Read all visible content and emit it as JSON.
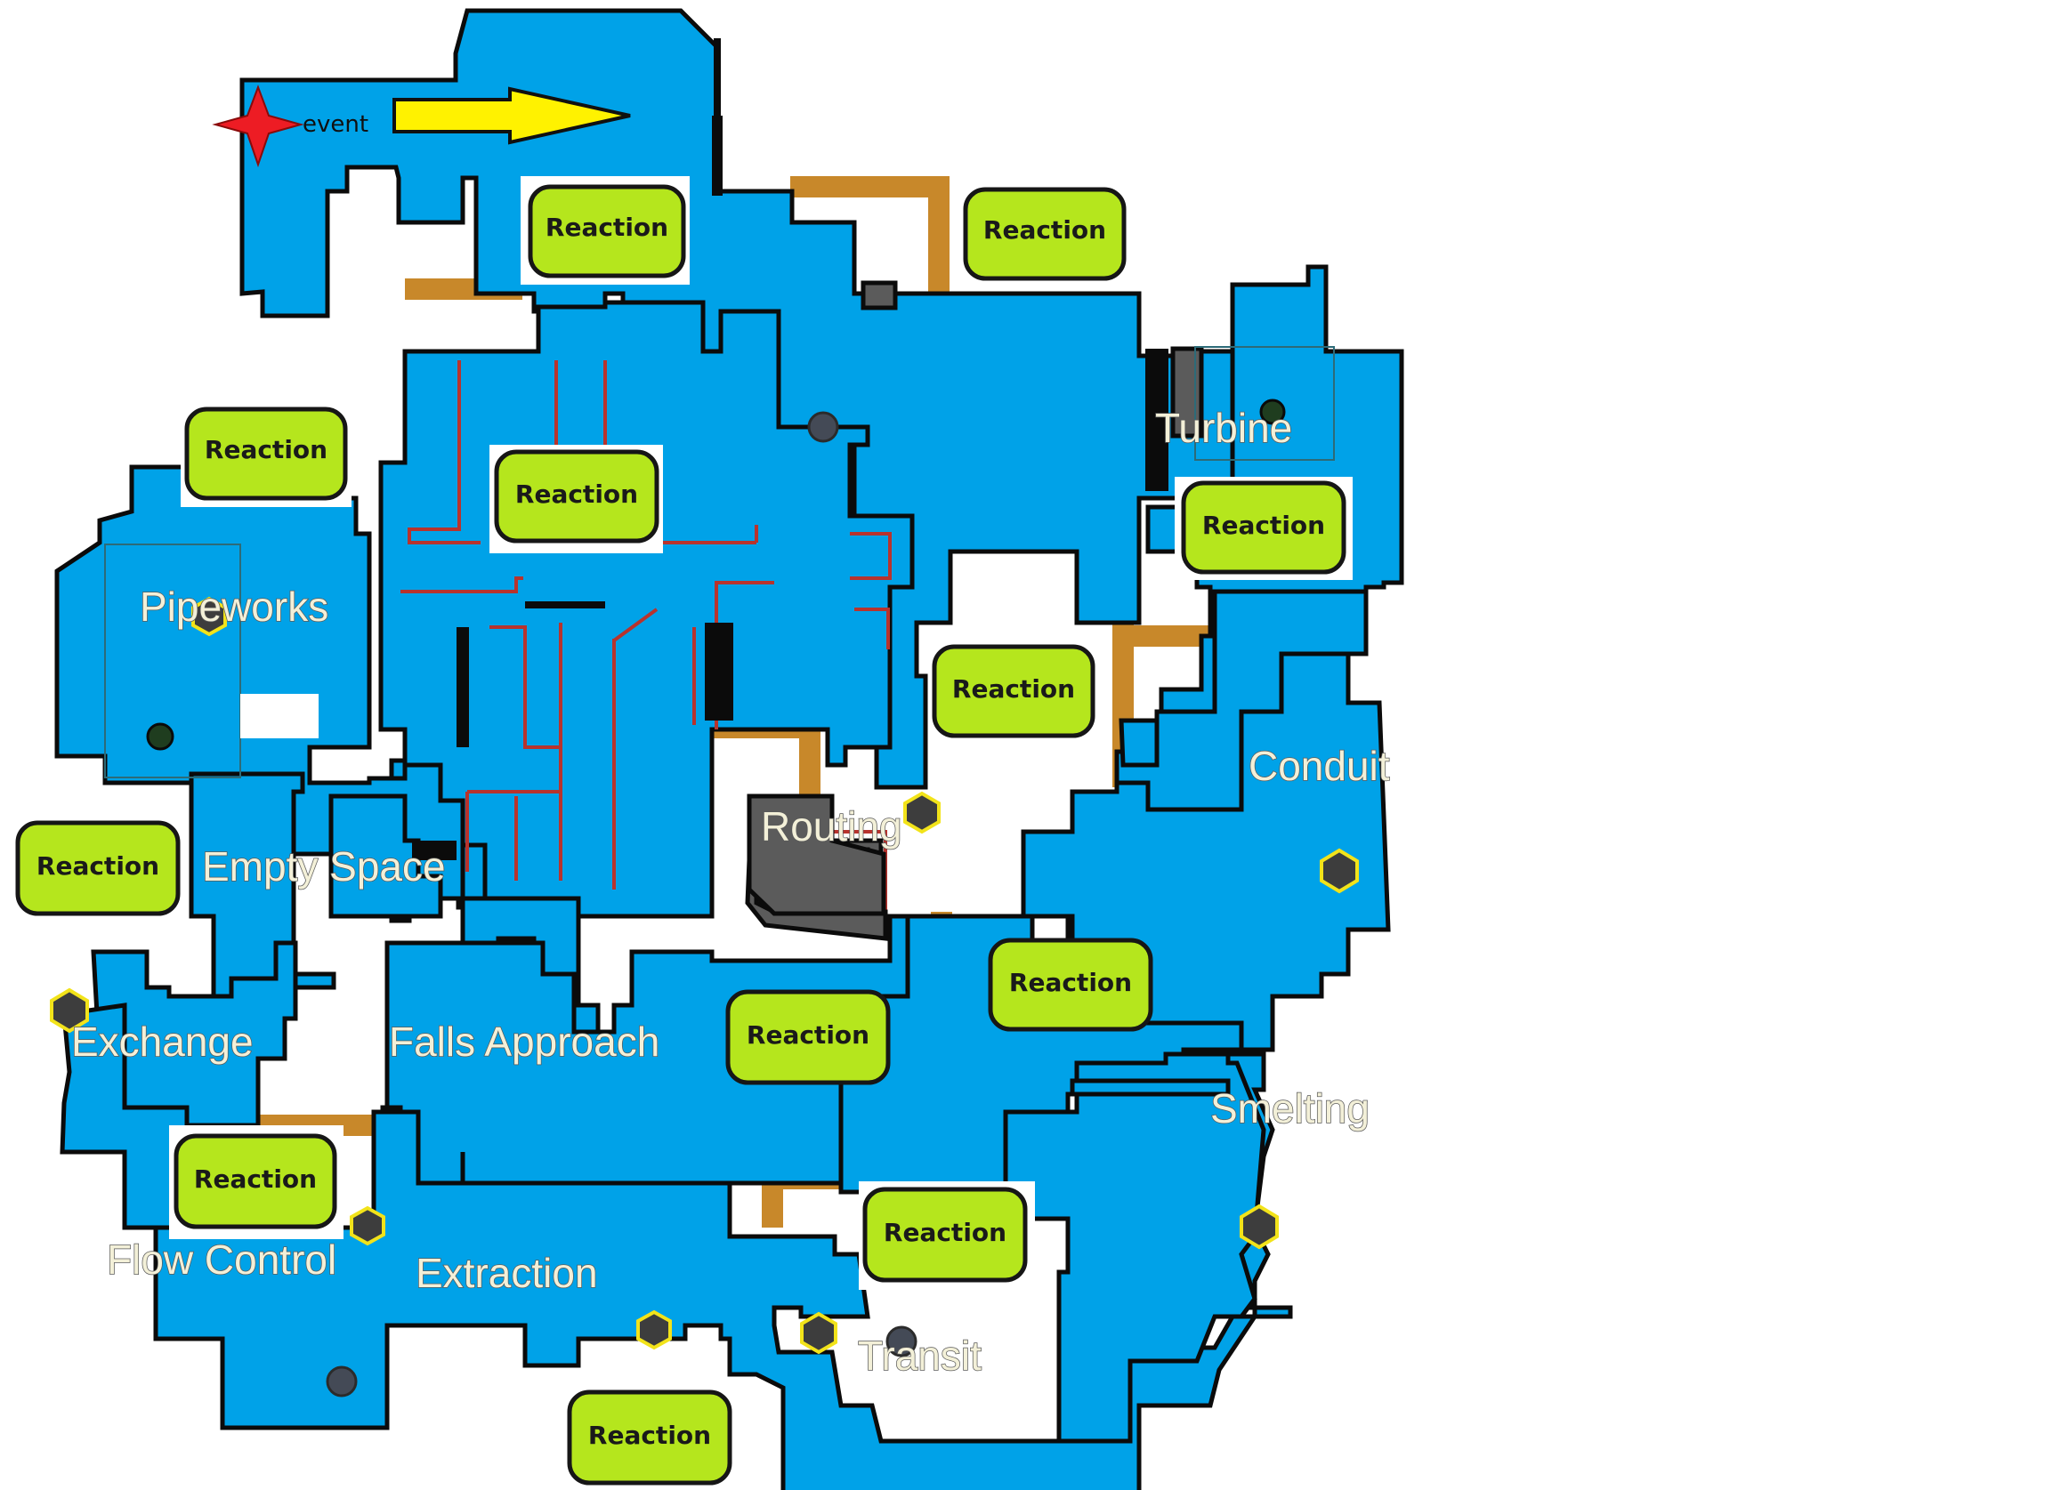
{
  "map": {
    "event_label": "event",
    "areas": [
      {
        "id": "pipeworks",
        "label": "Pipeworks"
      },
      {
        "id": "turbine",
        "label": "Turbine"
      },
      {
        "id": "conduit",
        "label": "Conduit"
      },
      {
        "id": "routing",
        "label": "Routing"
      },
      {
        "id": "empty-space",
        "label": "Empty Space"
      },
      {
        "id": "exchange",
        "label": "Exchange"
      },
      {
        "id": "falls-approach",
        "label": "Falls Approach"
      },
      {
        "id": "smelting",
        "label": "Smelting"
      },
      {
        "id": "flow-control",
        "label": "Flow Control"
      },
      {
        "id": "extraction",
        "label": "Extraction"
      },
      {
        "id": "transit",
        "label": "Transit"
      }
    ],
    "reaction_label": "Reaction",
    "colors": {
      "room": "#00a2e8",
      "pipe": "#c8882a",
      "reaction": "#b5e61d",
      "event_marker": "#ed1c24",
      "arrow": "#fff200"
    },
    "icons": [
      "event-star-icon",
      "direction-arrow-icon",
      "hexagon-marker-icon",
      "round-marker-icon"
    ]
  }
}
